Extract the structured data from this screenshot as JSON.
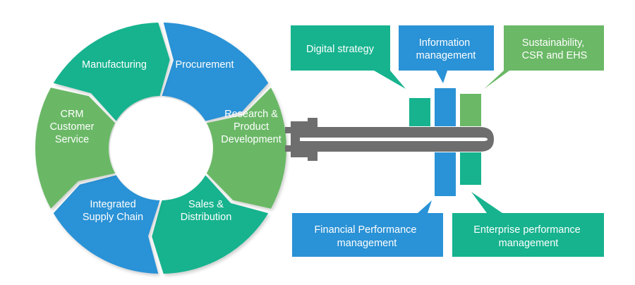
{
  "colors": {
    "teal": "#16b38e",
    "blue": "#2a92d6",
    "green": "#6bb866",
    "key_gray": "#6e6e6e",
    "shadow": "#1f6f57"
  },
  "cycle": {
    "segments": [
      {
        "name": "procurement",
        "color": "blue",
        "lines": [
          "Procurement"
        ]
      },
      {
        "name": "research",
        "color": "green",
        "lines": [
          "Research &",
          "Product",
          "Development"
        ]
      },
      {
        "name": "sales",
        "color": "teal",
        "lines": [
          "Sales &",
          "Distribution"
        ]
      },
      {
        "name": "supply-chain",
        "color": "blue",
        "lines": [
          "Integrated",
          "Supply Chain"
        ]
      },
      {
        "name": "crm",
        "color": "green",
        "lines": [
          "CRM",
          "Customer",
          "Service"
        ]
      },
      {
        "name": "manufacturing",
        "color": "teal",
        "lines": [
          "Manufacturing"
        ]
      }
    ]
  },
  "callouts": {
    "digital_strategy": {
      "lines": [
        "Digital strategy"
      ],
      "color": "teal"
    },
    "information_management": {
      "lines": [
        "Information",
        "management"
      ],
      "color": "blue"
    },
    "sustainability": {
      "lines": [
        "Sustainability,",
        "CSR and EHS"
      ],
      "color": "green"
    },
    "financial_performance": {
      "lines": [
        "Financial Performance",
        "management"
      ],
      "color": "blue"
    },
    "enterprise_performance": {
      "lines": [
        "Enterprise performance",
        "management"
      ],
      "color": "teal"
    }
  },
  "icons": {
    "key": "key-icon"
  }
}
